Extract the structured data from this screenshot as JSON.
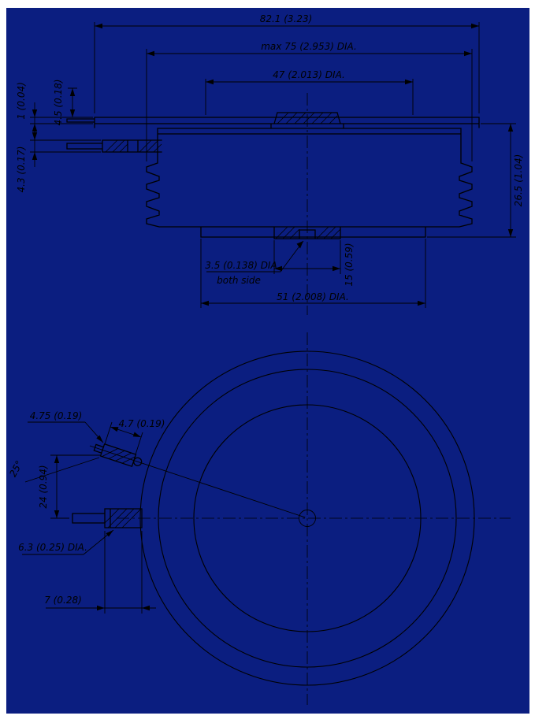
{
  "colors": {
    "background": "#0b1e80",
    "paper_margin": "#ffffff",
    "line": "#000000"
  },
  "side_view_labels": {
    "overall_width": "82.1 (3.23)",
    "max_diameter": "max 75 (2.953) DIA.",
    "top_pole_diameter": "47 (2.013) DIA.",
    "lid_height": "4.5 (0.18)",
    "lid_thickness": "1 (0.04)",
    "gate_lead_diameter": "4.3 (0.17)",
    "housing_height": "26.5 (1.04)",
    "center_hole_diameter": "3.5 (0.138) DIA.",
    "center_hole_note": "both side",
    "center_boss_width": "15 (0.59)",
    "bottom_pole_diameter": "51 (2.008) DIA."
  },
  "plan_view_labels": {
    "gate_terminal_width": "4.75 (0.19)",
    "gate_terminal_end_width": "4.7 (0.19)",
    "gate_lead_angle": "25°",
    "gate_offset": "24 (0.94)",
    "terminal_diameter": "6.3 (0.25) DIA.",
    "terminal_length": "7 (0.28)"
  }
}
